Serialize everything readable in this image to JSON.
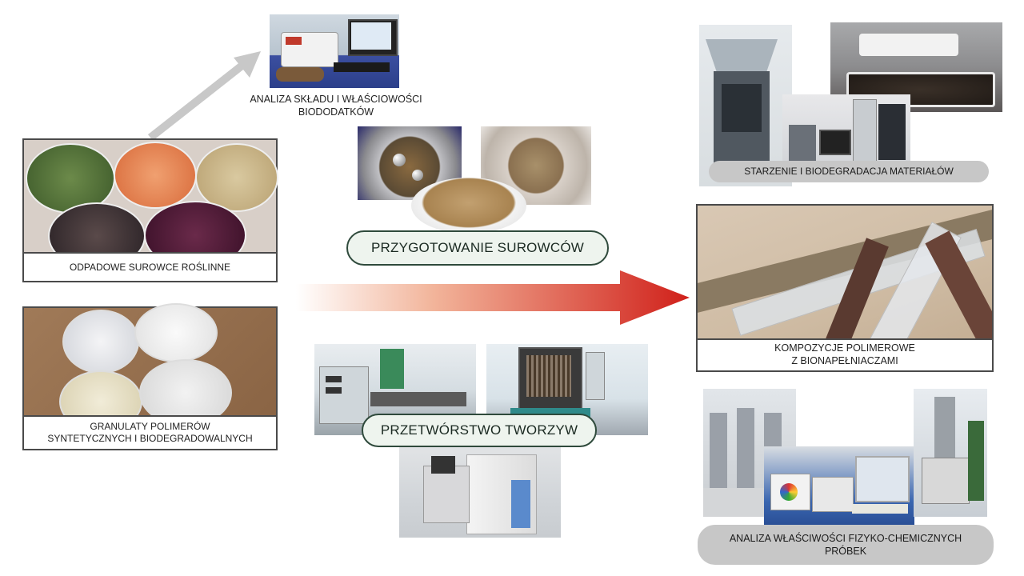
{
  "labels": {
    "analiza_skladu": "ANALIZA SKŁADU I WŁAŚCIOWOŚCI\nBIODODATKÓW",
    "odpadowe": "ODPADOWE SUROWCE ROŚLINNE",
    "granulaty": "GRANULATY POLIMERÓW\nSYNTETYCZNYCH I BIODEGRADOWALNYCH",
    "przygotowanie": "PRZYGOTOWANIE SUROWCÓW",
    "przetworstwo": "PRZETWÓRSTWO TWORZYW",
    "starzenie": "STARZENIE I BIODEGRADACJA MATERIAŁÓW",
    "kompozycje": "KOMPOZYCJE POLIMEROWE\nZ BIONAPEŁNIACZAMI",
    "analiza_fizyko": "ANALIZA WŁAŚCIWOŚCI FIZYKO-CHEMICZNYCH\nPRÓBEK"
  },
  "colors": {
    "arrow_start": "#ffffff",
    "arrow_end": "#d0201a",
    "grey_arrow": "#c8c8c8",
    "pill_border": "#2f4a3c",
    "grey_pill": "#c7c7c7"
  }
}
